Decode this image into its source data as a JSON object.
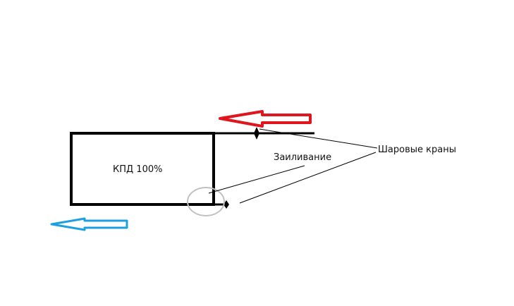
{
  "labels": {
    "efficiency": "КПД 100%",
    "silting": "Заиливание",
    "ball_valves": "Шаровые краны"
  },
  "colors": {
    "supply_arrow": "#e0161e",
    "return_arrow": "#1ea0e0",
    "pipe": "#000000",
    "highlight_ellipse": "#c0c0c0"
  }
}
